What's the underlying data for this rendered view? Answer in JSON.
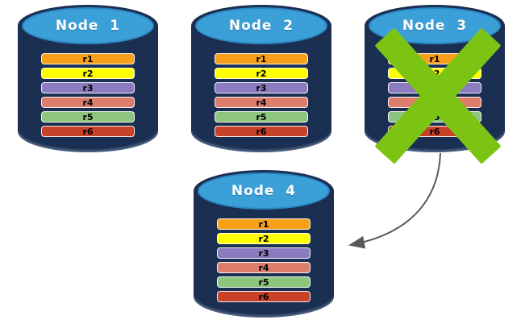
{
  "colors": {
    "background": "#FFFFFF",
    "cylinder_body": "#1B2F52",
    "cap_fill": "#3B9FD8",
    "cap_border": "#2B86C2",
    "title_text": "#FFFFFF",
    "bar_text": "#000000",
    "fail_x": "#7CC414",
    "arrow": "#595959"
  },
  "replicas": [
    {
      "label": "r1",
      "color": "#F9A01B"
    },
    {
      "label": "r2",
      "color": "#FFFF00"
    },
    {
      "label": "r3",
      "color": "#8A7CBE"
    },
    {
      "label": "r4",
      "color": "#DC7E6B"
    },
    {
      "label": "r5",
      "color": "#8DC57E"
    },
    {
      "label": "r6",
      "color": "#C74228"
    }
  ],
  "nodes": [
    {
      "label": "Node  1",
      "failed": false
    },
    {
      "label": "Node  2",
      "failed": false
    },
    {
      "label": "Node  3",
      "failed": true
    },
    {
      "label": "Node  4",
      "failed": false
    }
  ],
  "arrow": {
    "from": "Node 3",
    "to": "Node 4"
  }
}
